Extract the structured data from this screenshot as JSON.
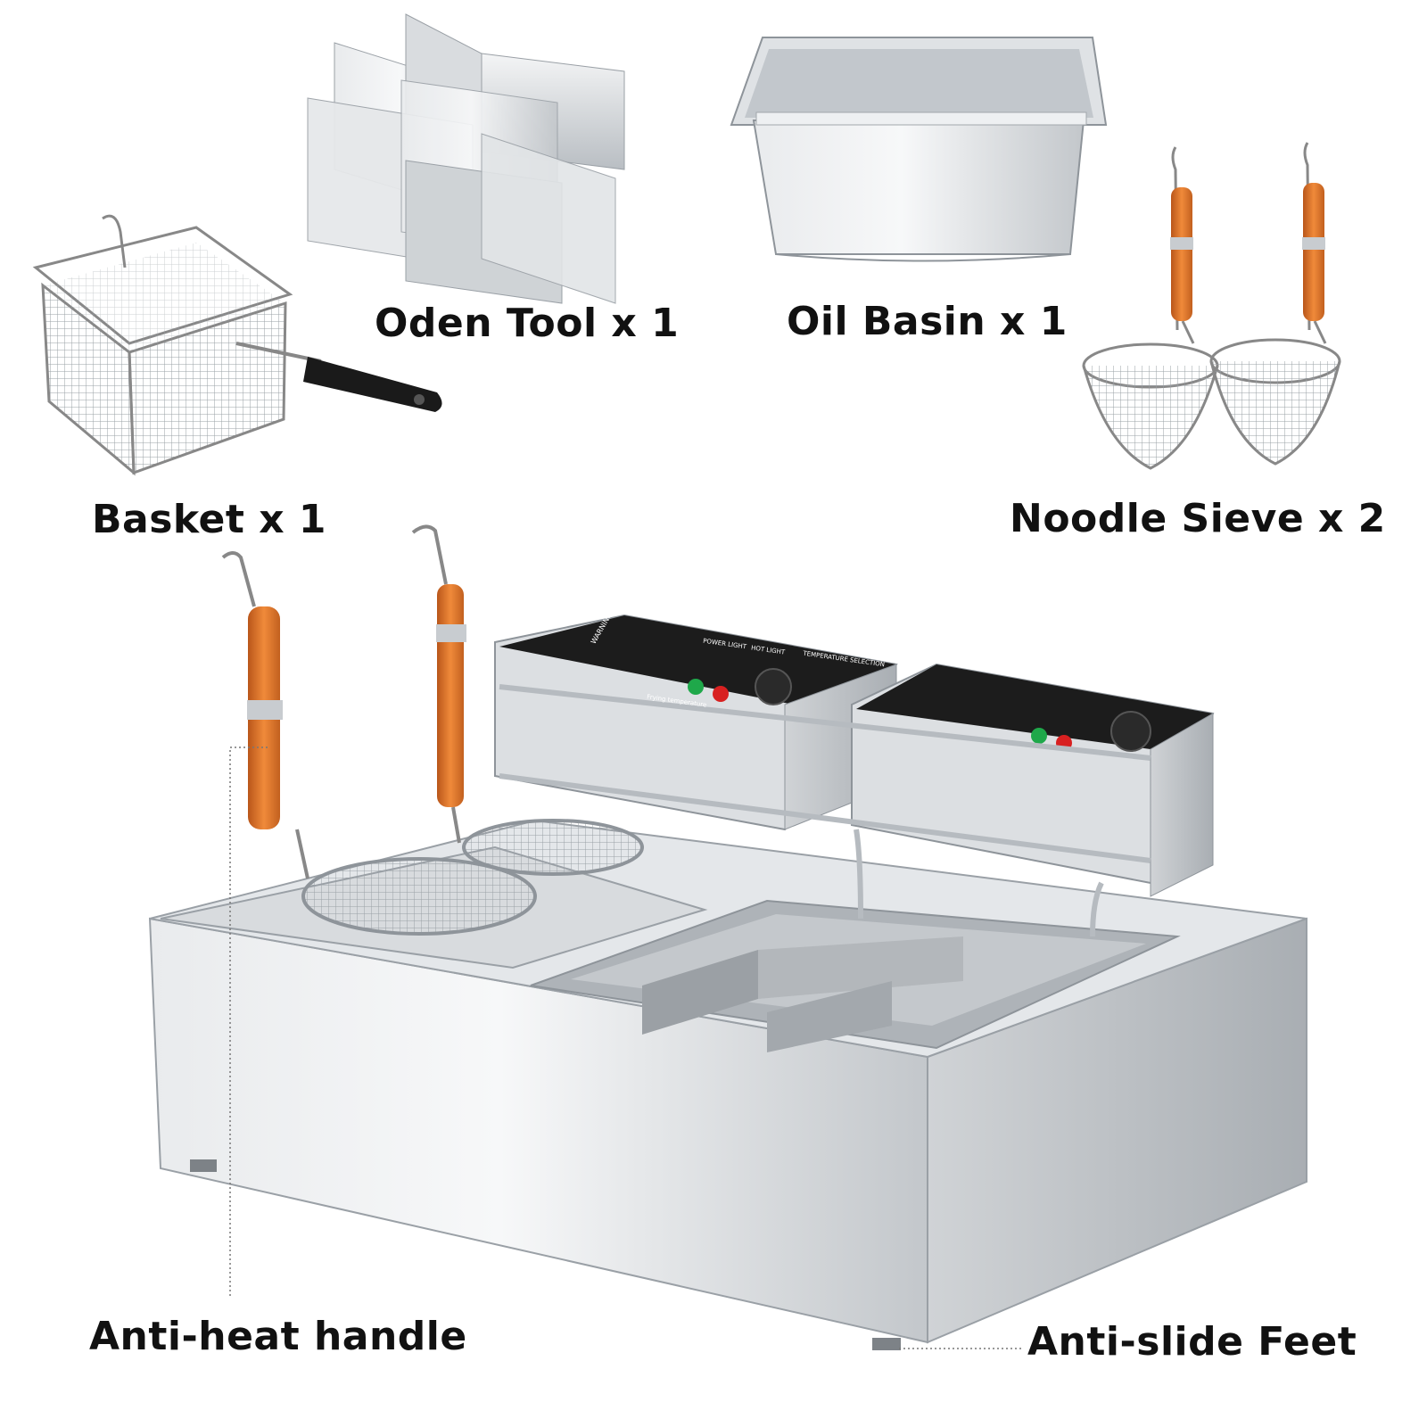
{
  "labels": {
    "oden_tool": "Oden Tool x 1",
    "oil_basin": "Oil Basin x 1",
    "basket": "Basket x 1",
    "noodle_sieve": "Noodle Sieve x 2",
    "anti_heat_handle": "Anti-heat handle",
    "anti_slide_feet": "Anti-slide Feet"
  },
  "panel": {
    "warning": "WARNING",
    "power_light": "POWER LIGHT",
    "hot_light": "HOT LIGHT",
    "temperature_selection": "TEMPERATURE SELECTION",
    "frying_temperature": "Frying temperature"
  },
  "colors": {
    "steel_light": "#eceef0",
    "steel_mid": "#c9cdd1",
    "steel_dark": "#8e949a",
    "handle_orange": "#e07a2c",
    "panel_black": "#1c1c1c",
    "lamp_green": "#1fa84a",
    "lamp_red": "#d82020"
  }
}
